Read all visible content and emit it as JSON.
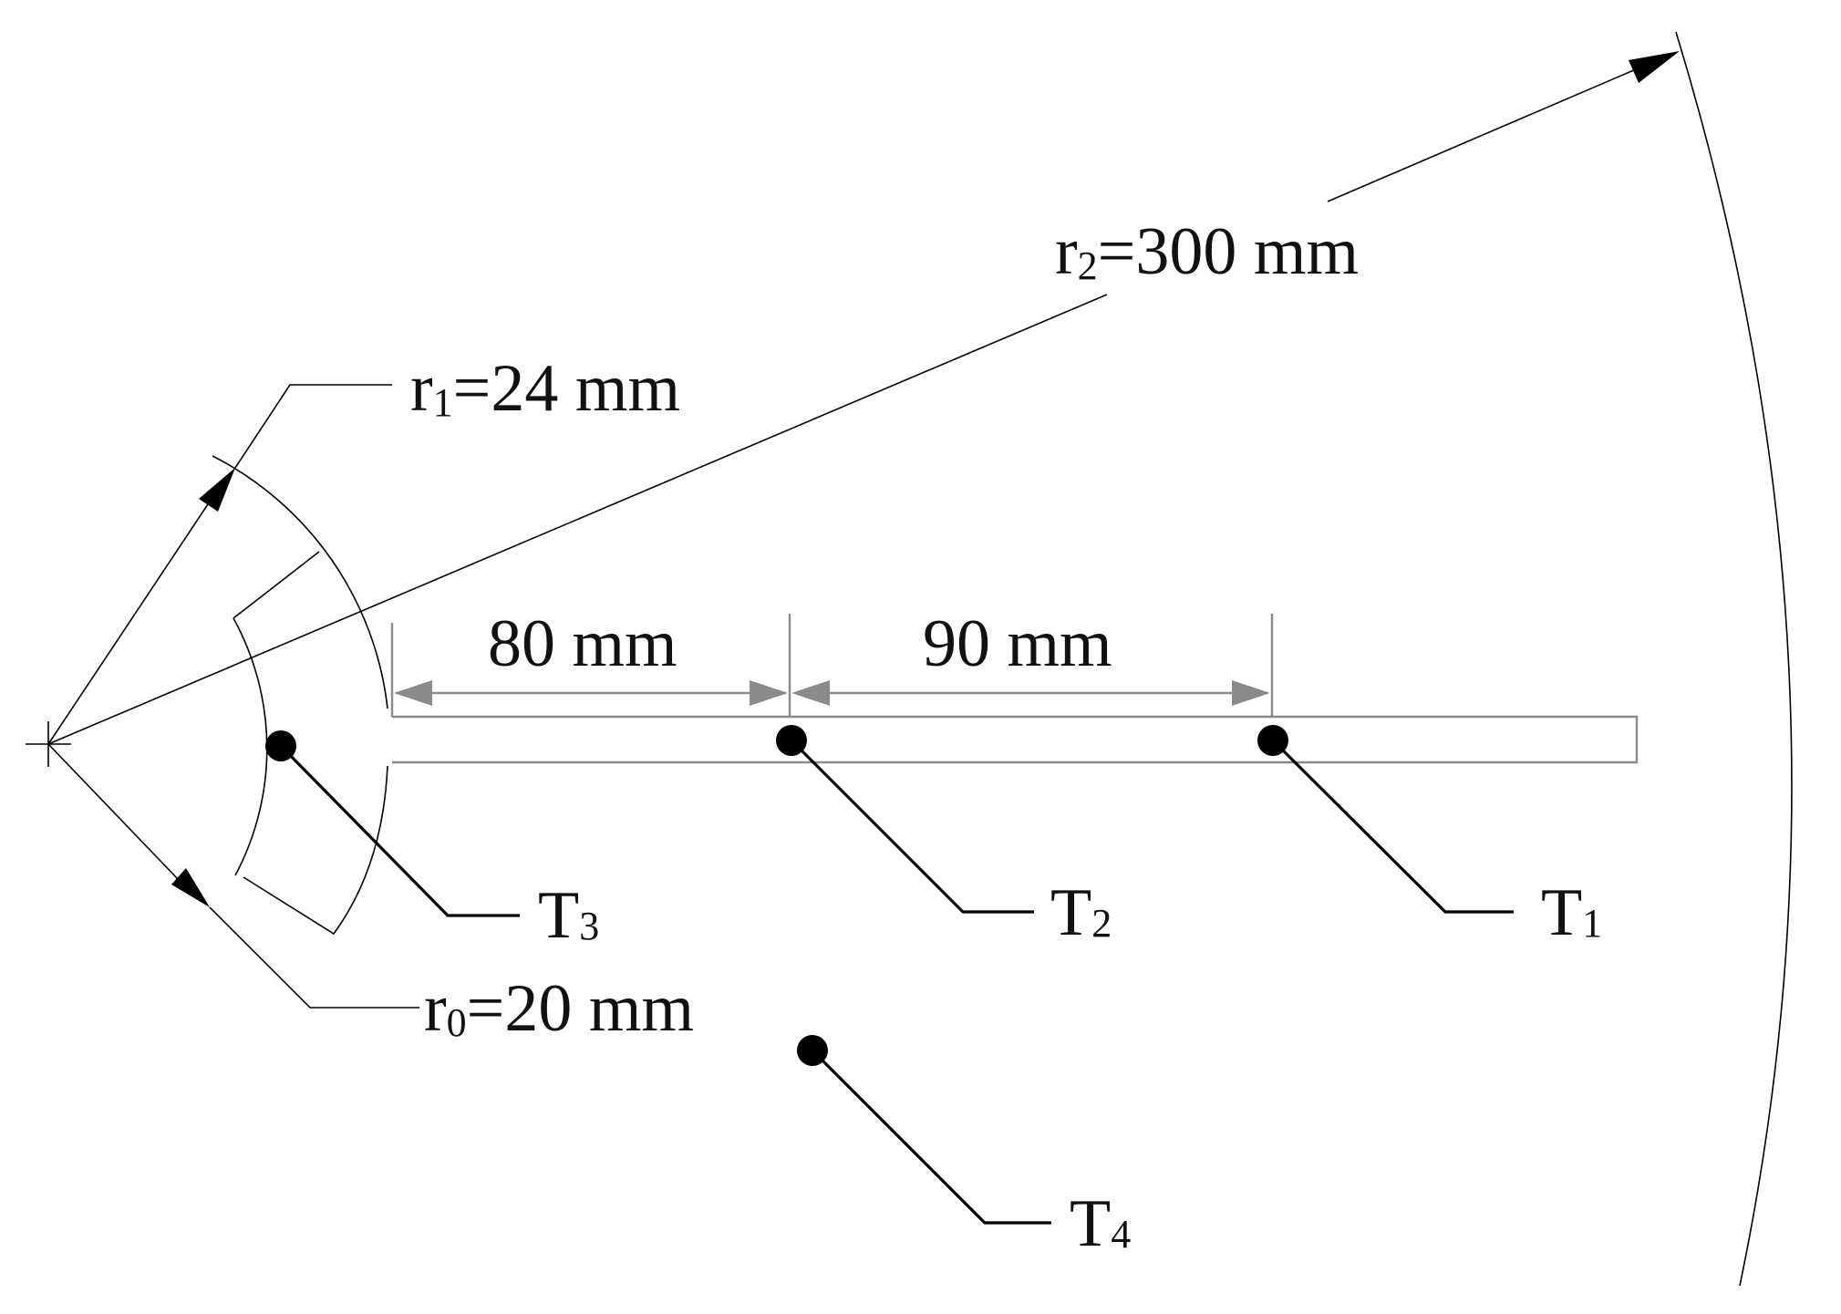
{
  "dimensions": {
    "r2": {
      "base": "r",
      "sub": "2",
      "text": "=300 mm"
    },
    "r1": {
      "base": "r",
      "sub": "1",
      "text": "=24 mm"
    },
    "r0": {
      "base": "r",
      "sub": "0",
      "text": "=20 mm"
    },
    "span_a": "80 mm",
    "span_b": "90 mm"
  },
  "sensors": [
    {
      "base": "T",
      "sub": "1"
    },
    {
      "base": "T",
      "sub": "2"
    },
    {
      "base": "T",
      "sub": "3"
    },
    {
      "base": "T",
      "sub": "4"
    }
  ]
}
